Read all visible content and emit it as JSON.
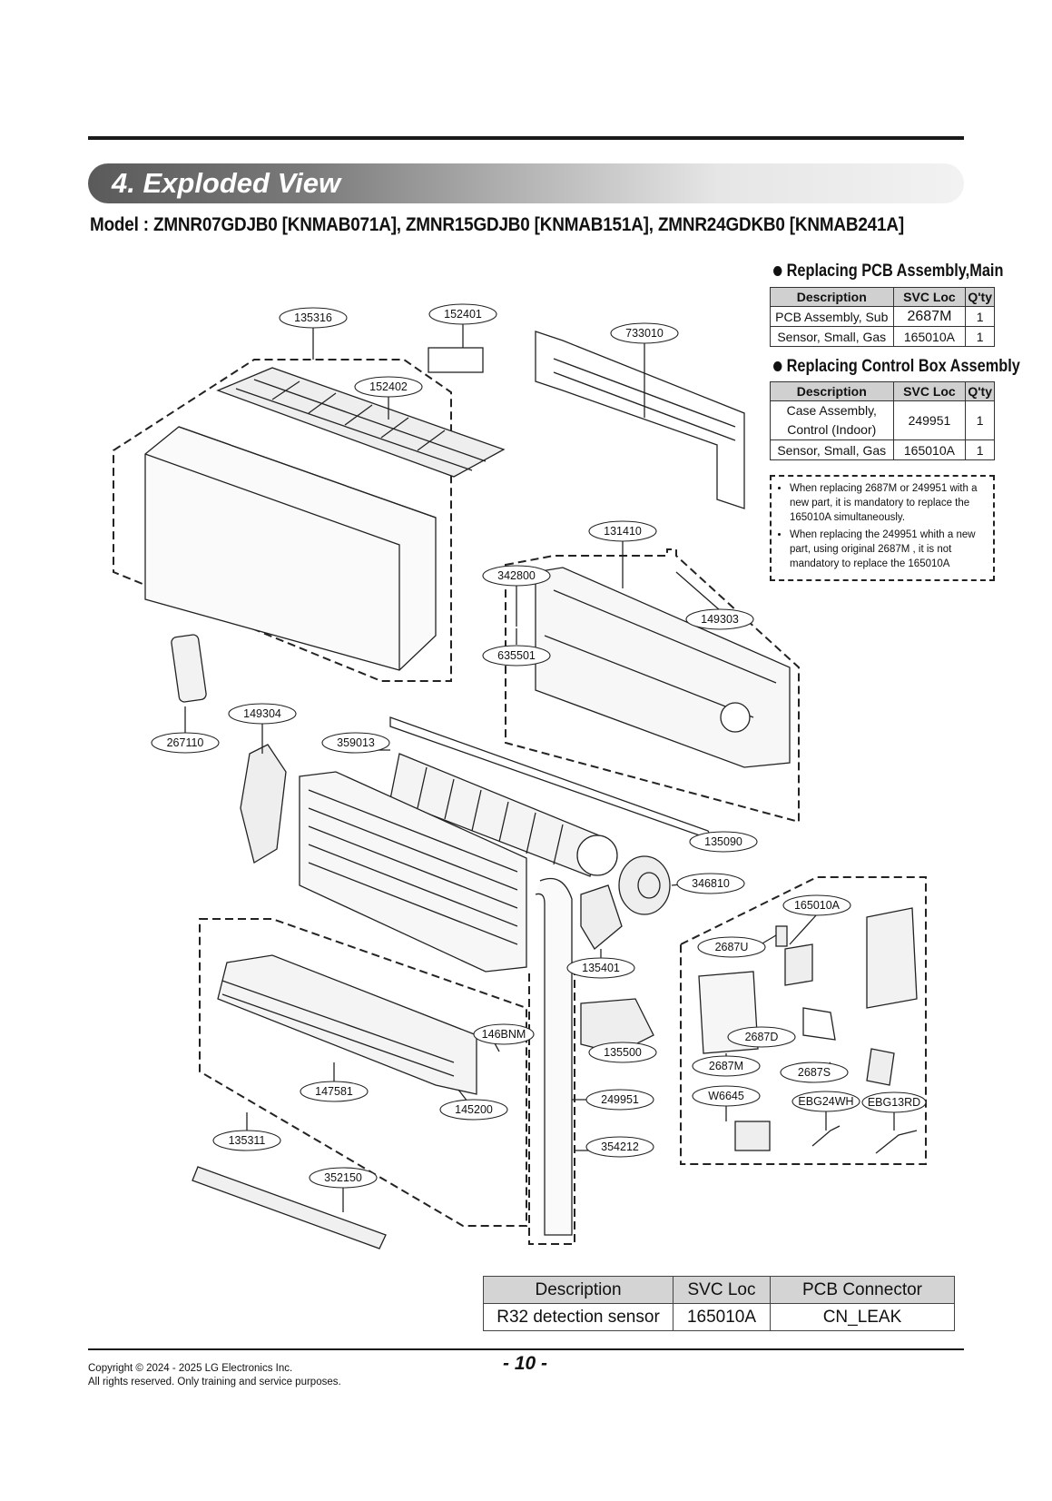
{
  "section_title": "4. Exploded View",
  "model_line": "Model : ZMNR07GDJB0 [KNMAB071A], ZMNR15GDJB0 [KNMAB151A], ZMNR24GDKB0 [KNMAB241A]",
  "pcb_table": {
    "heading": "Replacing PCB Assembly,Main",
    "headers": [
      "Description",
      "SVC Loc",
      "Q'ty"
    ],
    "rows": [
      [
        "PCB Assembly, Sub",
        "2687M",
        "1"
      ],
      [
        "Sensor, Small, Gas",
        "165010A",
        "1"
      ]
    ]
  },
  "control_box_table": {
    "heading": "Replacing Control Box Assembly",
    "headers": [
      "Description",
      "SVC Loc",
      "Q'ty"
    ],
    "rows": [
      [
        "Case Assembly, Control (Indoor)",
        "249951",
        "1"
      ],
      [
        "Sensor, Small, Gas",
        "165010A",
        "1"
      ]
    ]
  },
  "notes": [
    "When replacing  2687M  or 249951 with a new part, it is mandatory to replace the 165010A simultaneously.",
    "When replacing the 249951 whith a new part, using original 2687M , it is not mandatory to replace the 165010A"
  ],
  "part_labels": {
    "p135316": "135316",
    "p152401": "152401",
    "p733010": "733010",
    "p152402": "152402",
    "p131410": "131410",
    "p342800": "342800",
    "p149303": "149303",
    "p635501": "635501",
    "p149304": "149304",
    "p267110": "267110",
    "p359013": "359013",
    "p135090": "135090",
    "p346810": "346810",
    "p165010A": "165010A",
    "p2687U": "2687U",
    "p135401": "135401",
    "p146BNM": "146BNM",
    "p2687D": "2687D",
    "p135500": "135500",
    "p2687M": "2687M",
    "p2687S": "2687S",
    "p147581": "147581",
    "p145200": "145200",
    "p249951": "249951",
    "pW6645": "W6645",
    "pEBG24WH": "EBG24WH",
    "pEBG13RD": "EBG13RD",
    "p135311": "135311",
    "p354212": "354212",
    "p352150": "352150"
  },
  "sensor_table": {
    "headers": [
      "Description",
      "SVC Loc",
      "PCB Connector"
    ],
    "row": [
      "R32 detection sensor",
      "165010A",
      "CN_LEAK"
    ]
  },
  "page_number": "- 10 -",
  "copyright": [
    "Copyright © 2024 - 2025 LG Electronics Inc.",
    "All rights reserved. Only training and service purposes."
  ]
}
